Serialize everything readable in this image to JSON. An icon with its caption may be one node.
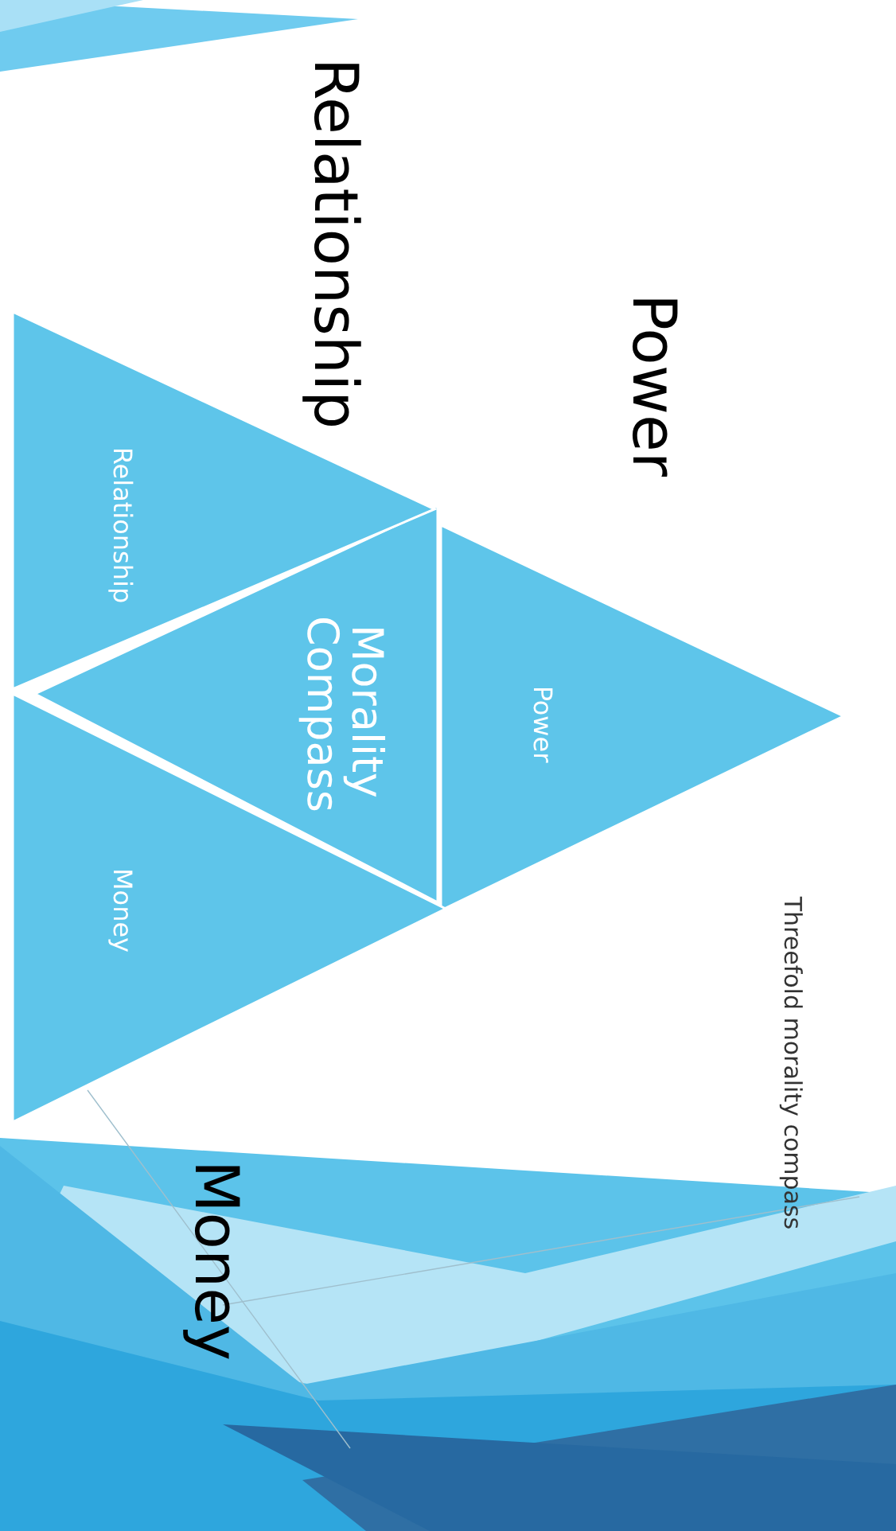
{
  "diagram": {
    "title": "Threefold morality compass",
    "nodes": [
      {
        "text": [
          "Power"
        ]
      },
      {
        "text": [
          "Morality Compass"
        ]
      },
      {
        "text": [
          "Relationship"
        ]
      },
      {
        "text": [
          "Money"
        ]
      }
    ],
    "labels": [
      "Relationship",
      "Power",
      "Money"
    ]
  }
}
